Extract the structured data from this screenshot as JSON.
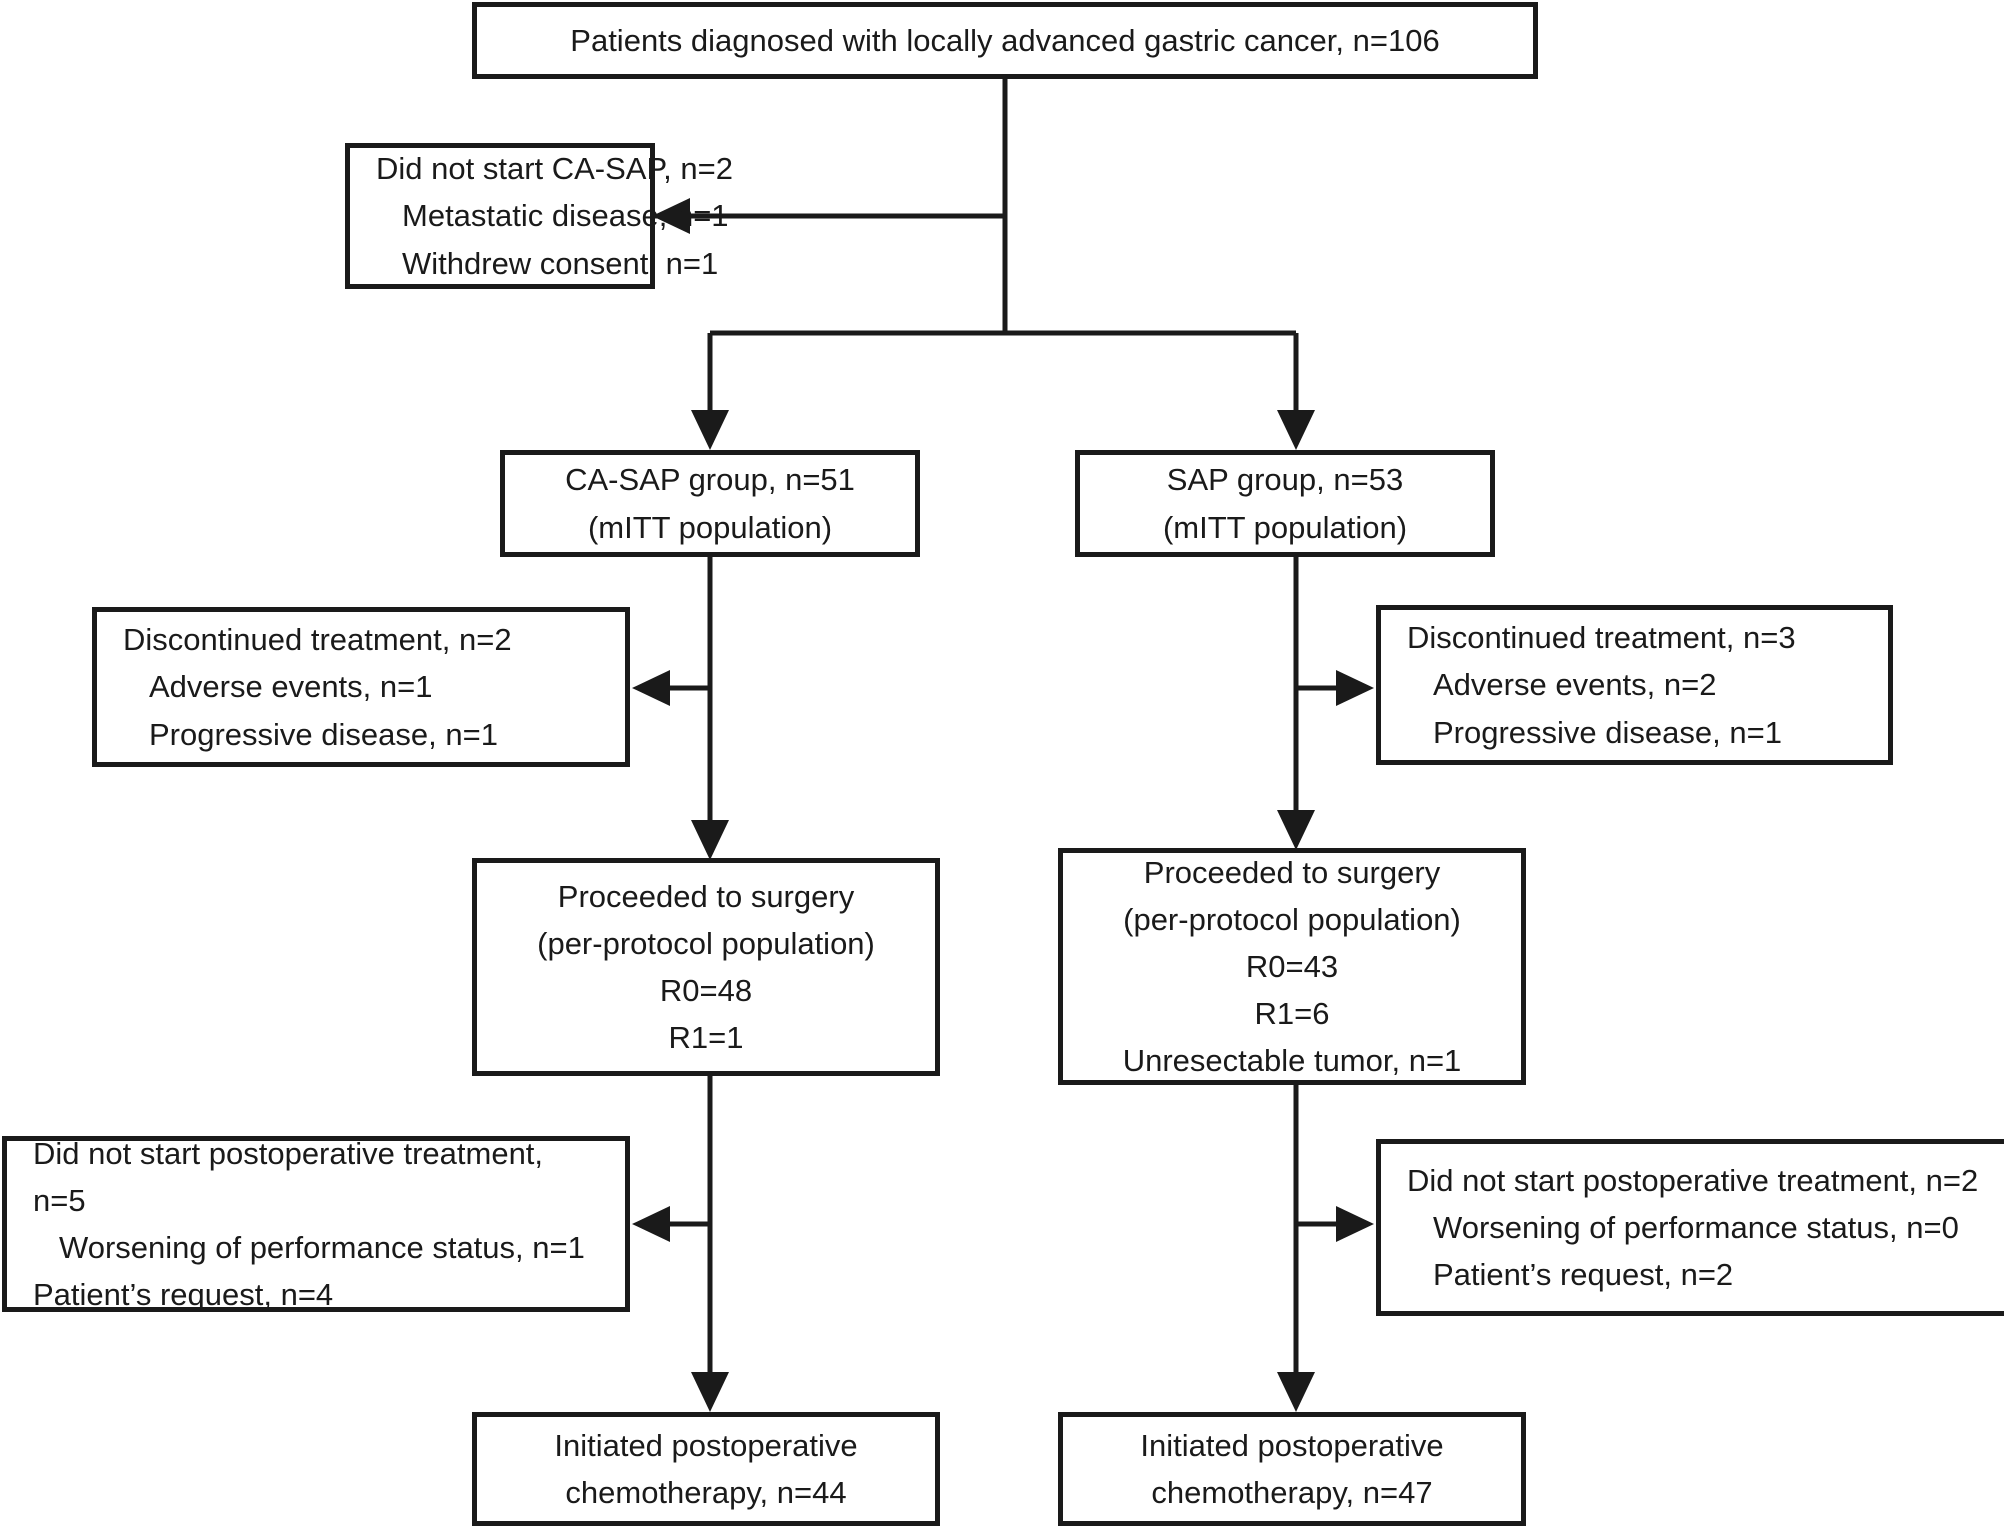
{
  "diagram": {
    "type": "consort-flow-diagram",
    "title": "Patient disposition flow diagram",
    "colors": {
      "stroke": "#1a1a1a",
      "background": "#ffffff",
      "text": "#1a1a1a"
    }
  },
  "nodes": {
    "enrollment": {
      "id": "enrollment",
      "lines": [
        "Patients diagnosed with locally advanced gastric cancer, n=106"
      ]
    },
    "did_not_start": {
      "id": "did-not-start-casap",
      "lines": [
        "Did not start CA-SAP, n=2",
        "Metastatic disease, n=1",
        "Withdrew consent, n=1"
      ]
    },
    "casap_group": {
      "id": "casap-group",
      "lines": [
        "CA-SAP group, n=51",
        "(mITT population)"
      ]
    },
    "sap_group": {
      "id": "sap-group",
      "lines": [
        "SAP group, n=53",
        "(mITT population)"
      ]
    },
    "casap_discontinued": {
      "id": "casap-discontinued-treatment",
      "lines": [
        "Discontinued treatment, n=2",
        "Adverse events, n=1",
        "Progressive disease, n=1"
      ]
    },
    "sap_discontinued": {
      "id": "sap-discontinued-treatment",
      "lines": [
        "Discontinued treatment, n=3",
        "Adverse events, n=2",
        "Progressive disease, n=1"
      ]
    },
    "casap_surgery": {
      "id": "casap-proceeded-to-surgery",
      "lines": [
        "Proceeded to surgery",
        "(per-protocol population)",
        "R0=48",
        "R1=1"
      ]
    },
    "sap_surgery": {
      "id": "sap-proceeded-to-surgery",
      "lines": [
        "Proceeded to surgery",
        "(per-protocol population)",
        "R0=43",
        "R1=6",
        "Unresectable tumor, n=1"
      ]
    },
    "casap_no_postop": {
      "id": "casap-did-not-start-postoperative",
      "lines": [
        "Did not start postoperative treatment,",
        "n=5",
        "Worsening of performance status, n=1",
        "Patient’s request, n=4"
      ]
    },
    "sap_no_postop": {
      "id": "sap-did-not-start-postoperative",
      "lines": [
        "Did not start postoperative treatment, n=2",
        "Worsening of performance status, n=0",
        "Patient’s request, n=2"
      ]
    },
    "casap_initiated": {
      "id": "casap-initiated-postoperative-chemotherapy",
      "lines": [
        "Initiated postoperative",
        "chemotherapy, n=44"
      ]
    },
    "sap_initiated": {
      "id": "sap-initiated-postoperative-chemotherapy",
      "lines": [
        "Initiated postoperative",
        "chemotherapy, n=47"
      ]
    }
  },
  "chart_data": {
    "type": "flowchart",
    "title": "Patients diagnosed with locally advanced gastric cancer, n=106",
    "total_enrolled": 106,
    "excluded_before_randomization": {
      "label": "Did not start CA-SAP",
      "n": 2,
      "reasons": [
        {
          "label": "Metastatic disease",
          "n": 1
        },
        {
          "label": "Withdrew consent",
          "n": 1
        }
      ]
    },
    "arms": [
      {
        "name": "CA-SAP group",
        "mitt_n": 51,
        "discontinued": {
          "label": "Discontinued treatment",
          "n": 2,
          "reasons": [
            {
              "label": "Adverse events",
              "n": 1
            },
            {
              "label": "Progressive disease",
              "n": 1
            }
          ]
        },
        "surgery": {
          "label": "Proceeded to surgery (per-protocol population)",
          "R0": 48,
          "R1": 1,
          "unresectable": null
        },
        "did_not_start_postoperative": {
          "label": "Did not start postoperative treatment",
          "n": 5,
          "reasons": [
            {
              "label": "Worsening of performance status",
              "n": 1
            },
            {
              "label": "Patient’s request",
              "n": 4
            }
          ]
        },
        "initiated_postoperative_chemotherapy_n": 44
      },
      {
        "name": "SAP group",
        "mitt_n": 53,
        "discontinued": {
          "label": "Discontinued treatment",
          "n": 3,
          "reasons": [
            {
              "label": "Adverse events",
              "n": 2
            },
            {
              "label": "Progressive disease",
              "n": 1
            }
          ]
        },
        "surgery": {
          "label": "Proceeded to surgery (per-protocol population)",
          "R0": 43,
          "R1": 6,
          "unresectable": 1
        },
        "did_not_start_postoperative": {
          "label": "Did not start postoperative treatment",
          "n": 2,
          "reasons": [
            {
              "label": "Worsening of performance status",
              "n": 0
            },
            {
              "label": "Patient’s request",
              "n": 2
            }
          ]
        },
        "initiated_postoperative_chemotherapy_n": 47
      }
    ]
  }
}
